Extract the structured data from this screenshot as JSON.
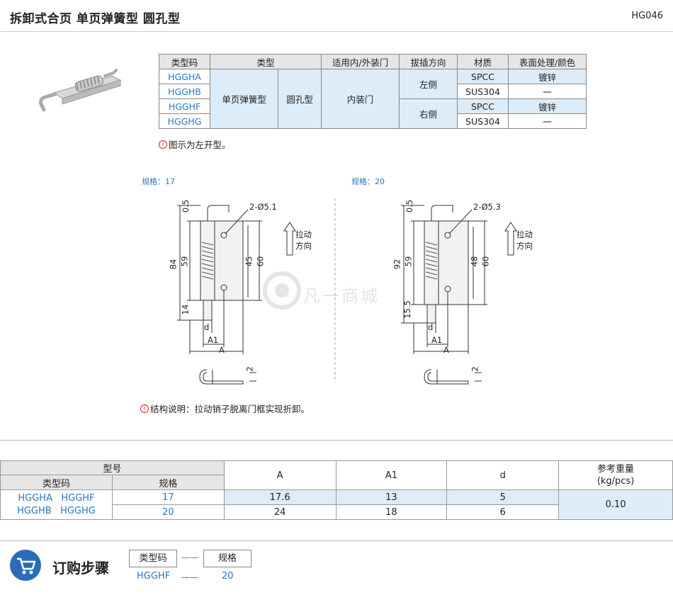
{
  "header": {
    "title": "拆卸式合页  单页弹簧型  圆孔型",
    "code": "HG046"
  },
  "spec_table": {
    "headers": [
      "类型码",
      "类型",
      "适用内/外装门",
      "拔插方向",
      "材质",
      "表面处理/颜色"
    ],
    "codes": [
      "HGGHA",
      "HGGHB",
      "HGGHF",
      "HGGHG"
    ],
    "type1": "单页弹簧型",
    "type2": "圆孔型",
    "door": "内装门",
    "dir_left": "左侧",
    "dir_right": "右侧",
    "materials": [
      "SPCC",
      "SUS304",
      "SPCC",
      "SUS304"
    ],
    "finish": [
      "镀锌",
      "一",
      "镀锌",
      "一"
    ]
  },
  "note1": "图示为左开型。",
  "note2": "结构说明：拉动销子脱离门框实现折卸。",
  "drawing_left": {
    "spec_label": "规格：17",
    "hole": "2-Ø5.1",
    "d84": "84",
    "d59": "59",
    "d14": "14",
    "d05": "0.5",
    "d45": "45",
    "d60": "60",
    "pull": "拉动",
    "dir": "方向",
    "d": "d",
    "a1": "A1",
    "a": "A",
    "t2": "2"
  },
  "drawing_right": {
    "spec_label": "规格：20",
    "hole": "2-Ø5.3",
    "d92": "92",
    "d59": "59",
    "d155": "15.5",
    "d05": "0.5",
    "d48": "48",
    "d60": "60",
    "pull": "拉动",
    "dir": "方向",
    "d": "d",
    "a1": "A1",
    "a": "A",
    "t2": "2"
  },
  "watermark": "凡一商城",
  "param_table": {
    "h_model": "型号",
    "h_code": "类型码",
    "h_spec": "规格",
    "h_a": "A",
    "h_a1": "A1",
    "h_d": "d",
    "h_weight": "参考重量",
    "h_unit": "(kg/pcs)",
    "codes_line1": "HGGHA   HGGHF",
    "codes_line2": "HGGHB   HGGHG",
    "rows": [
      {
        "spec": "17",
        "a": "17.6",
        "a1": "13",
        "d": "5"
      },
      {
        "spec": "20",
        "a": "24",
        "a1": "18",
        "d": "6"
      }
    ],
    "weight": "0.10"
  },
  "order": {
    "title": "订购步骤",
    "box1": "类型码",
    "box2": "规格",
    "val1": "HGGHF",
    "val2": "20",
    "sep": "——"
  },
  "colors": {
    "blue": "#2878c0",
    "light_blue": "#dcecf8",
    "header_gray": "#e6e6e6",
    "order_icon": "#2a6db5"
  }
}
